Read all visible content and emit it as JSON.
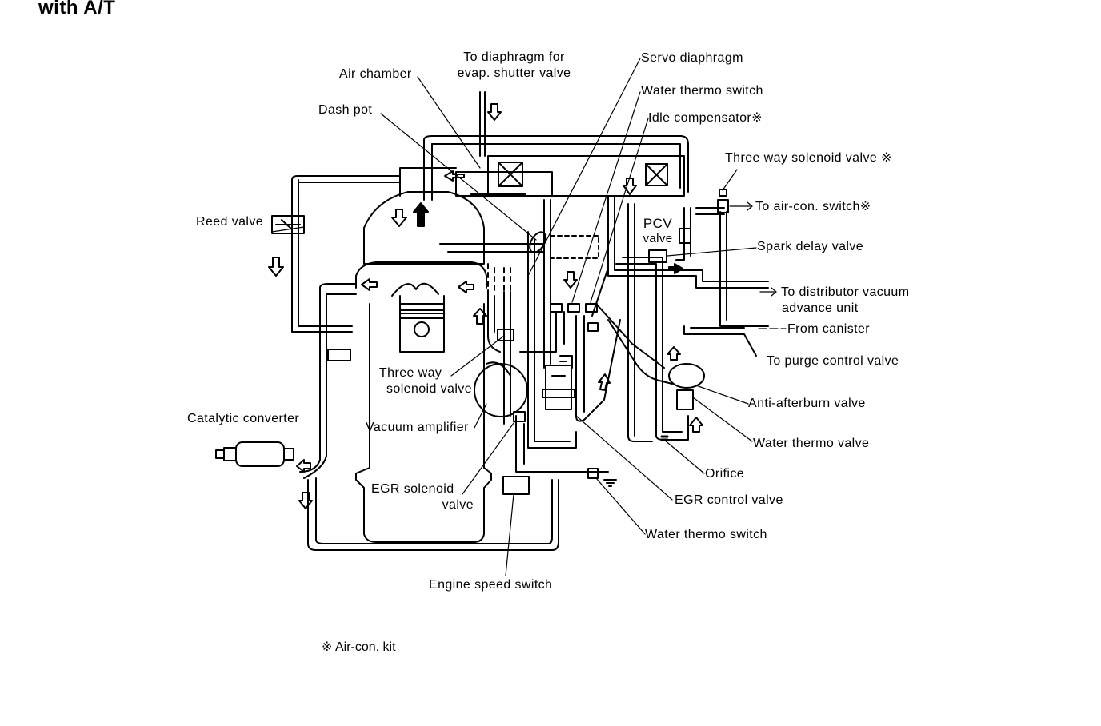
{
  "heading": "with A/T",
  "labels": {
    "to_diaphragm": "To diaphragm for",
    "evap_shutter": "evap. shutter valve",
    "air_chamber": "Air chamber",
    "dash_pot": "Dash pot",
    "servo_diaphragm": "Servo diaphragm",
    "water_thermo_switch_top": "Water thermo switch",
    "idle_compensator": "Idle compensator※",
    "three_way_solenoid_top": "Three way solenoid valve ※",
    "to_aircon_switch": "To air-con. switch※",
    "reed_valve": "Reed valve",
    "pcv_line1": "PCV",
    "pcv_line2": "valve",
    "spark_delay_valve": "Spark delay valve",
    "to_distributor_line1": "To distributor vacuum",
    "to_distributor_line2": "advance unit",
    "from_canister": "From canister",
    "to_purge": "To purge control valve",
    "three_way_line1": "Three way",
    "three_way_line2": "solenoid valve",
    "catalytic_converter": "Catalytic converter",
    "vacuum_amplifier": "Vacuum amplifier",
    "anti_afterburn": "Anti-afterburn valve",
    "water_thermo_valve": "Water thermo valve",
    "orifice": "Orifice",
    "egr_solenoid_line1": "EGR solenoid",
    "egr_solenoid_line2": "valve",
    "egr_control_valve": "EGR control valve",
    "water_thermo_switch_bottom": "Water thermo switch",
    "engine_speed_switch": "Engine speed switch"
  },
  "footnote": "※ Air-con. kit"
}
